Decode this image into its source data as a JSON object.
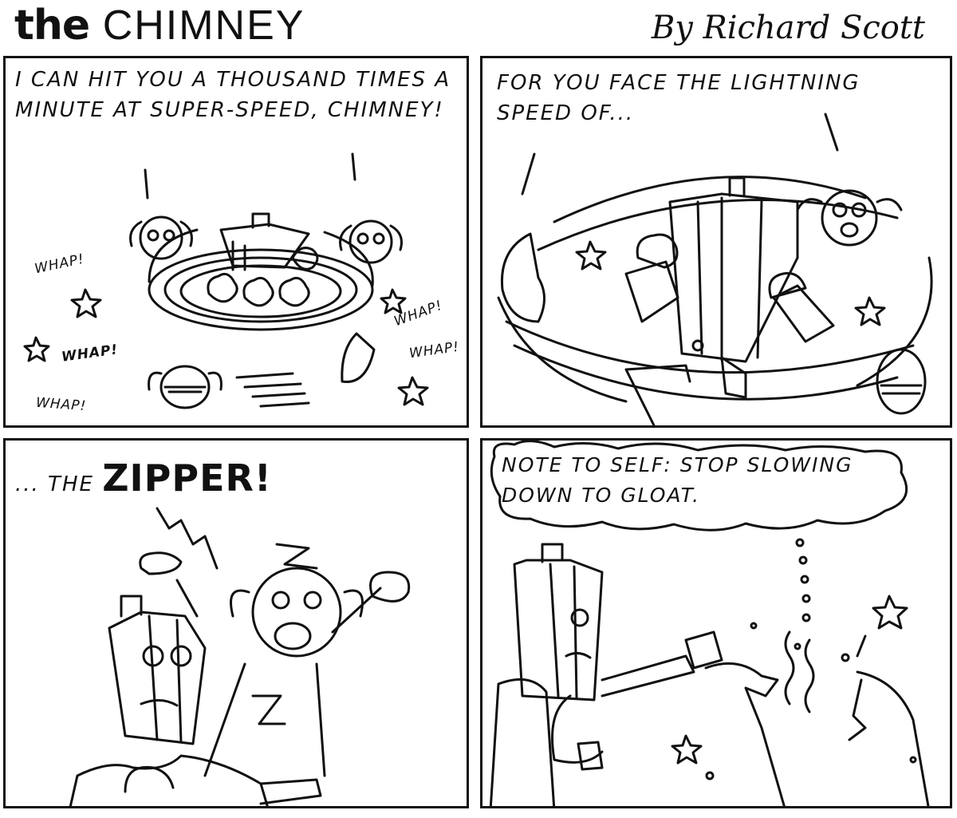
{
  "header": {
    "title_the": "the",
    "title_main": "CHIMNEY",
    "byline": "By Richard Scott"
  },
  "panels": [
    {
      "caption": "I CAN HIT YOU A THOUSAND TIMES A MINUTE AT SUPER-SPEED, CHIMNEY!",
      "sfx": [
        "WHAP!",
        "WHAP!",
        "WHAP!",
        "WHAP!",
        "WHAP!"
      ]
    },
    {
      "caption": "FOR YOU FACE THE LIGHTNING SPEED OF..."
    },
    {
      "caption_lead": "... THE",
      "caption_name": "ZIPPER!"
    },
    {
      "caption": "NOTE TO SELF: STOP SLOWING DOWN TO GLOAT."
    }
  ]
}
